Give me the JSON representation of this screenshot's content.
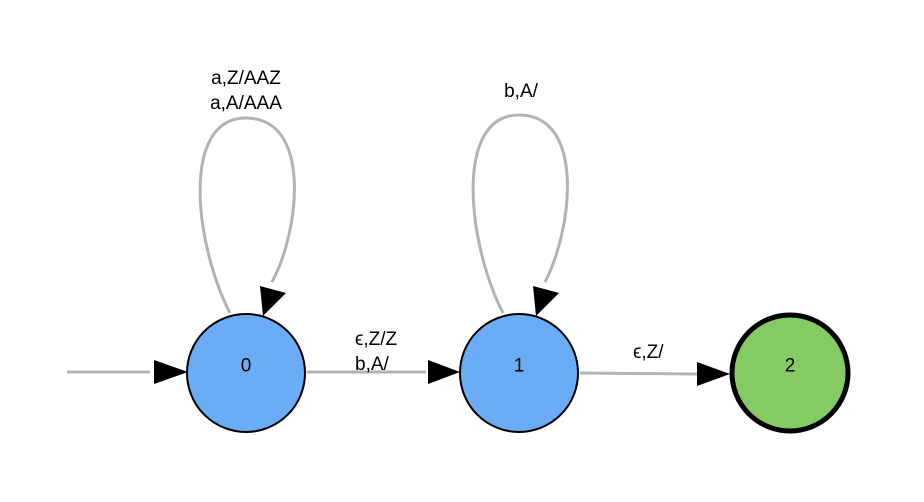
{
  "diagram": {
    "type": "pushdown-automaton",
    "colors": {
      "edge": "#b3b3b3",
      "arrowhead": "#000000",
      "state_fill": "#6aadf6",
      "accept_fill": "#85cb63",
      "stroke": "#000000"
    },
    "states": [
      {
        "id": "0",
        "label": "0",
        "start": true,
        "accepting": false
      },
      {
        "id": "1",
        "label": "1",
        "start": false,
        "accepting": false
      },
      {
        "id": "2",
        "label": "2",
        "start": false,
        "accepting": true
      }
    ],
    "transitions": [
      {
        "from": "0",
        "to": "0",
        "labels": [
          "a,Z/AAZ",
          "a,A/AAA"
        ]
      },
      {
        "from": "0",
        "to": "1",
        "labels": [
          "ϵ,Z/Z",
          "b,A/"
        ]
      },
      {
        "from": "1",
        "to": "1",
        "labels": [
          "b,A/"
        ]
      },
      {
        "from": "1",
        "to": "2",
        "labels": [
          "ϵ,Z/"
        ]
      }
    ]
  }
}
